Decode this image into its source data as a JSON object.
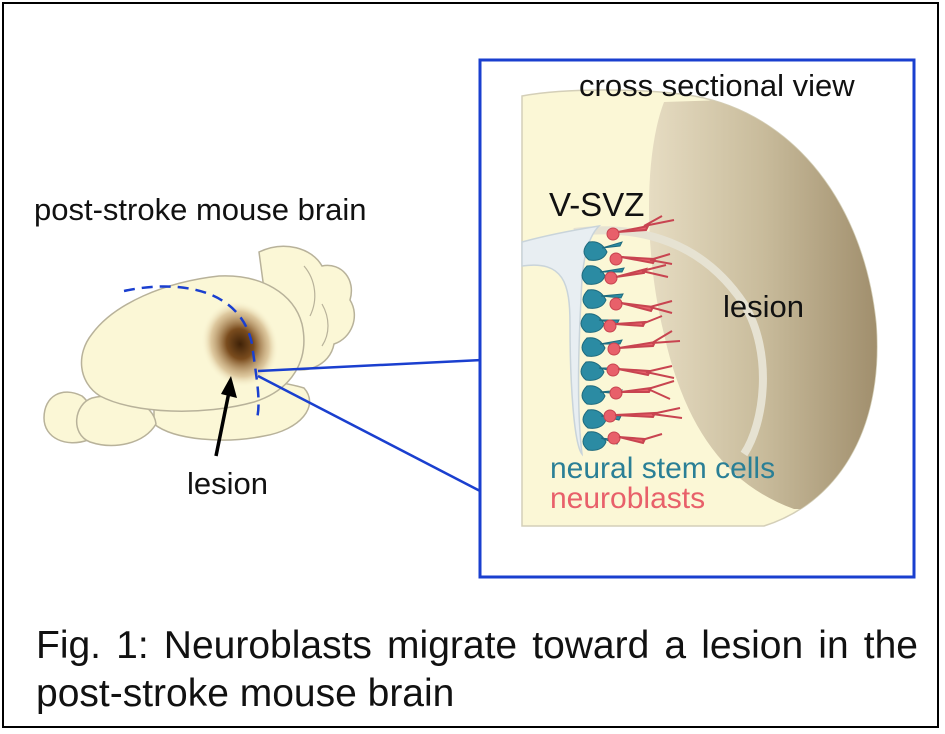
{
  "labels": {
    "left_title": "post-stroke mouse brain",
    "left_lesion": "lesion",
    "cross_title": "cross sectional view",
    "vsvz": "V-SVZ",
    "inset_lesion": "lesion",
    "stem_cells": "neural stem cells",
    "neuroblasts": "neuroblasts"
  },
  "caption": "Fig. 1: Neuroblasts migrate toward a lesion in the post-stroke mouse brain",
  "colors": {
    "frame": "#000000",
    "inset_border": "#1a3fcf",
    "brain_fill": "#fbf7d6",
    "brain_outline": "#b8b29a",
    "lesion_dark": "#4a2a0c",
    "lesion_tan": "#b5a688",
    "stem_cell": "#2b8ba3",
    "neuroblast": "#e8606a",
    "stem_label": "#2a7f96",
    "neuro_label": "#e8606a"
  }
}
